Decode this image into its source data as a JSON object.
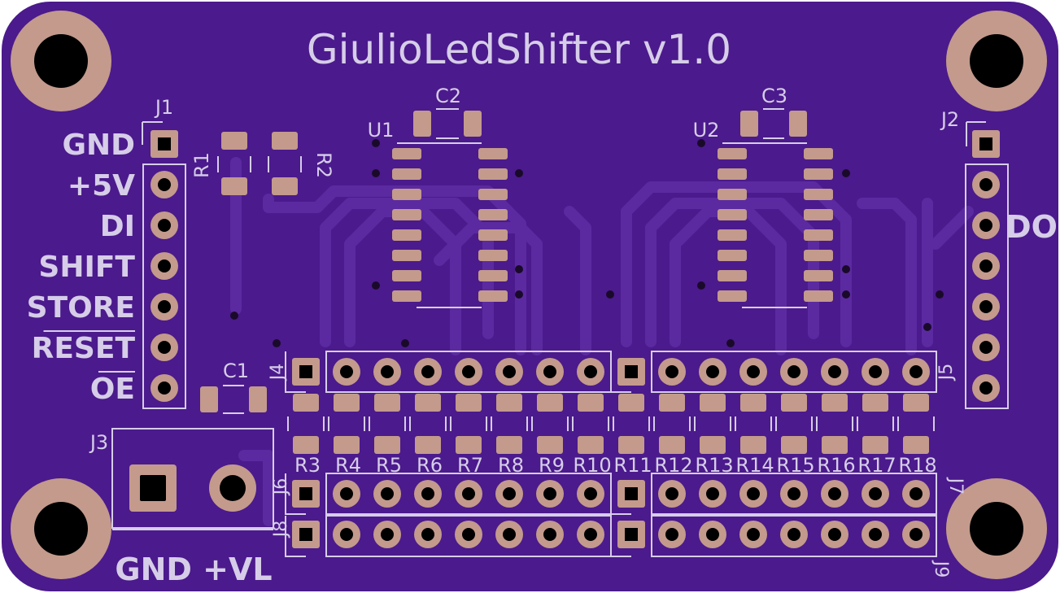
{
  "board": {
    "title": "GiulioLedShifter v1.0",
    "colors": {
      "soldermask": "#4b1a8c",
      "silkscreen": "#d6cde8",
      "copper_pad": "#c39a8c",
      "trace": "#5b2aa0"
    }
  },
  "connectors": {
    "J1": {
      "ref": "J1",
      "pins": [
        "GND",
        "+5V",
        "DI",
        "SHIFT",
        "STORE",
        "RESET",
        "OE"
      ]
    },
    "J2": {
      "ref": "J2",
      "label": "DO"
    },
    "J3": {
      "ref": "J3",
      "labels": "GND +VL"
    },
    "J4": {
      "ref": "J4"
    },
    "J5": {
      "ref": "J5"
    },
    "J6": {
      "ref": "J6"
    },
    "J7": {
      "ref": "J7"
    },
    "J8": {
      "ref": "J8"
    },
    "J9": {
      "ref": "J9"
    }
  },
  "components": {
    "U1": "U1",
    "U2": "U2",
    "C1": "C1",
    "C2": "C2",
    "C3": "C3",
    "R1": "R1",
    "R2": "R2",
    "resistors": [
      "R3",
      "R4",
      "R5",
      "R6",
      "R7",
      "R8",
      "R9",
      "R10",
      "R11",
      "R12",
      "R13",
      "R14",
      "R15",
      "R16",
      "R17",
      "R18"
    ]
  }
}
